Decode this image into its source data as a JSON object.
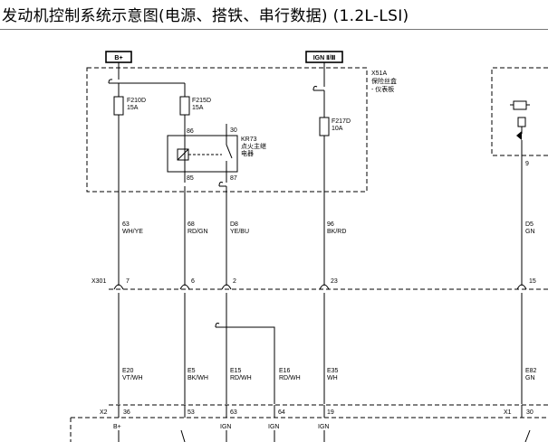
{
  "title": "发动机控制系统示意图(电源、搭铁、串行数据) (1.2L-LSI)",
  "sources": {
    "bplus": "B+",
    "ign": "IGN Ⅱ/Ⅲ"
  },
  "module": {
    "id": "X51A",
    "name_line1": "保险丝盒",
    "name_line2": "- 仪表板"
  },
  "fuses": [
    {
      "id": "F210D",
      "rating": "15A"
    },
    {
      "id": "F215D",
      "rating": "15A"
    },
    {
      "id": "F217D",
      "rating": "10A"
    }
  ],
  "relay": {
    "id": "KR73",
    "name_line1": "点火主继",
    "name_line2": "电器",
    "pins": {
      "p30": "30",
      "p86": "86",
      "p85": "85",
      "p87": "87"
    }
  },
  "wires_upper": [
    {
      "circuit": "63",
      "color": "WH/YE"
    },
    {
      "circuit": "68",
      "color": "RD/GN"
    },
    {
      "circuit": "D8",
      "color": "YE/BU"
    },
    {
      "circuit": "96",
      "color": "BK/RD"
    },
    {
      "circuit": "D5",
      "color": "GN"
    }
  ],
  "connector_x301": {
    "id": "X301",
    "pins": [
      "7",
      "6",
      "2",
      "23",
      "15"
    ]
  },
  "wires_lower": [
    {
      "circuit": "E20",
      "color": "VT/WH"
    },
    {
      "circuit": "E5",
      "color": "BK/WH"
    },
    {
      "circuit": "E15",
      "color": "RD/WH"
    },
    {
      "circuit": "E16",
      "color": "RD/WH"
    },
    {
      "circuit": "E35",
      "color": "WH"
    },
    {
      "circuit": "E82",
      "color": "GN"
    }
  ],
  "connector_x2": {
    "id": "X2",
    "pins": [
      "36",
      "53",
      "63",
      "64",
      "19"
    ]
  },
  "connector_x1": {
    "id": "X1",
    "pins": [
      "30"
    ]
  },
  "right_module_pin": "9",
  "bottom_labels": [
    "B+",
    "IGN",
    "IGN",
    "IGN"
  ],
  "icons": {
    "engine": "engine-icon",
    "ground": "ground-icon"
  }
}
